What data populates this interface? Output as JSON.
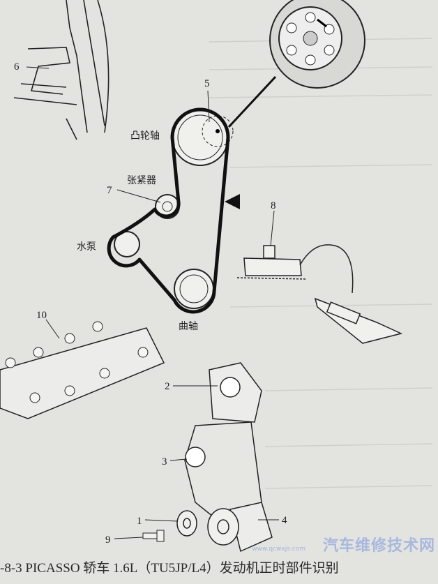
{
  "labels": {
    "n1": "1",
    "n2": "2",
    "n3": "3",
    "n4": "4",
    "n5": "5",
    "n6": "6",
    "n7": "7",
    "n8": "8",
    "n9": "9",
    "n10": "10",
    "camshaft": "凸轮轴",
    "tensioner": "张紧器",
    "water_pump": "水泵",
    "crankshaft": "曲轴"
  },
  "caption": "-8-3  PICASSO 轿车 1.6L（TU5JP/L4）发动机正时部件识别",
  "watermark": {
    "text": "汽车维修技术网",
    "url": "www.qcwxjs.com"
  },
  "colors": {
    "paper": "#e3e3e0",
    "ink": "#1e1e1e",
    "belt": "#111111"
  }
}
